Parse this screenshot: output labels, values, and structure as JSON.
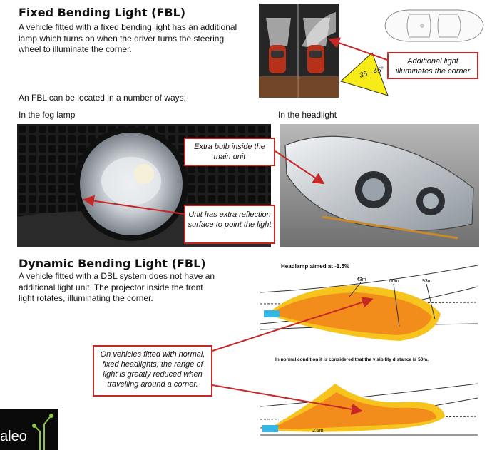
{
  "fbl": {
    "title": "Fixed Bending Light (FBL)",
    "body": "A vehicle fitted with a fixed bending light has an additional lamp which turns on when the driver turns the steering wheel to illuminate the corner.",
    "angle_label": "35 - 45°",
    "callout": "Additional light illuminates the corner",
    "locations_intro": "An FBL can be located in a number of ways:",
    "fog_heading": "In the fog lamp",
    "head_heading": "In the headlight",
    "callout_fog": "Unit has extra reflection surface to point the light",
    "callout_head": "Extra bulb inside the main unit"
  },
  "dbl": {
    "title": "Dynamic Bending Light (FBL)",
    "body": "A vehicle fitted with a DBL system does not have an additional light unit. The projector inside the front light rotates, illuminating the corner.",
    "callout": "On vehicles fitted with normal, fixed headlights, the range of light is greatly reduced when travelling around a corner.",
    "diagram_title": "Headlamp aimed at -1.5%",
    "dist_43": "43m",
    "dist_60": "60m",
    "dist_93": "93m",
    "diagram_note": "In normal condition it is considered that the visibility distance is 50m.",
    "dist_26": "2.6m"
  },
  "brand": {
    "logo_text": "aleo"
  },
  "colors": {
    "accent_red": "#c62828",
    "beam_orange": "#f28c1a",
    "beam_yellow": "#f7c31d",
    "logo_green": "#8dc63f"
  }
}
